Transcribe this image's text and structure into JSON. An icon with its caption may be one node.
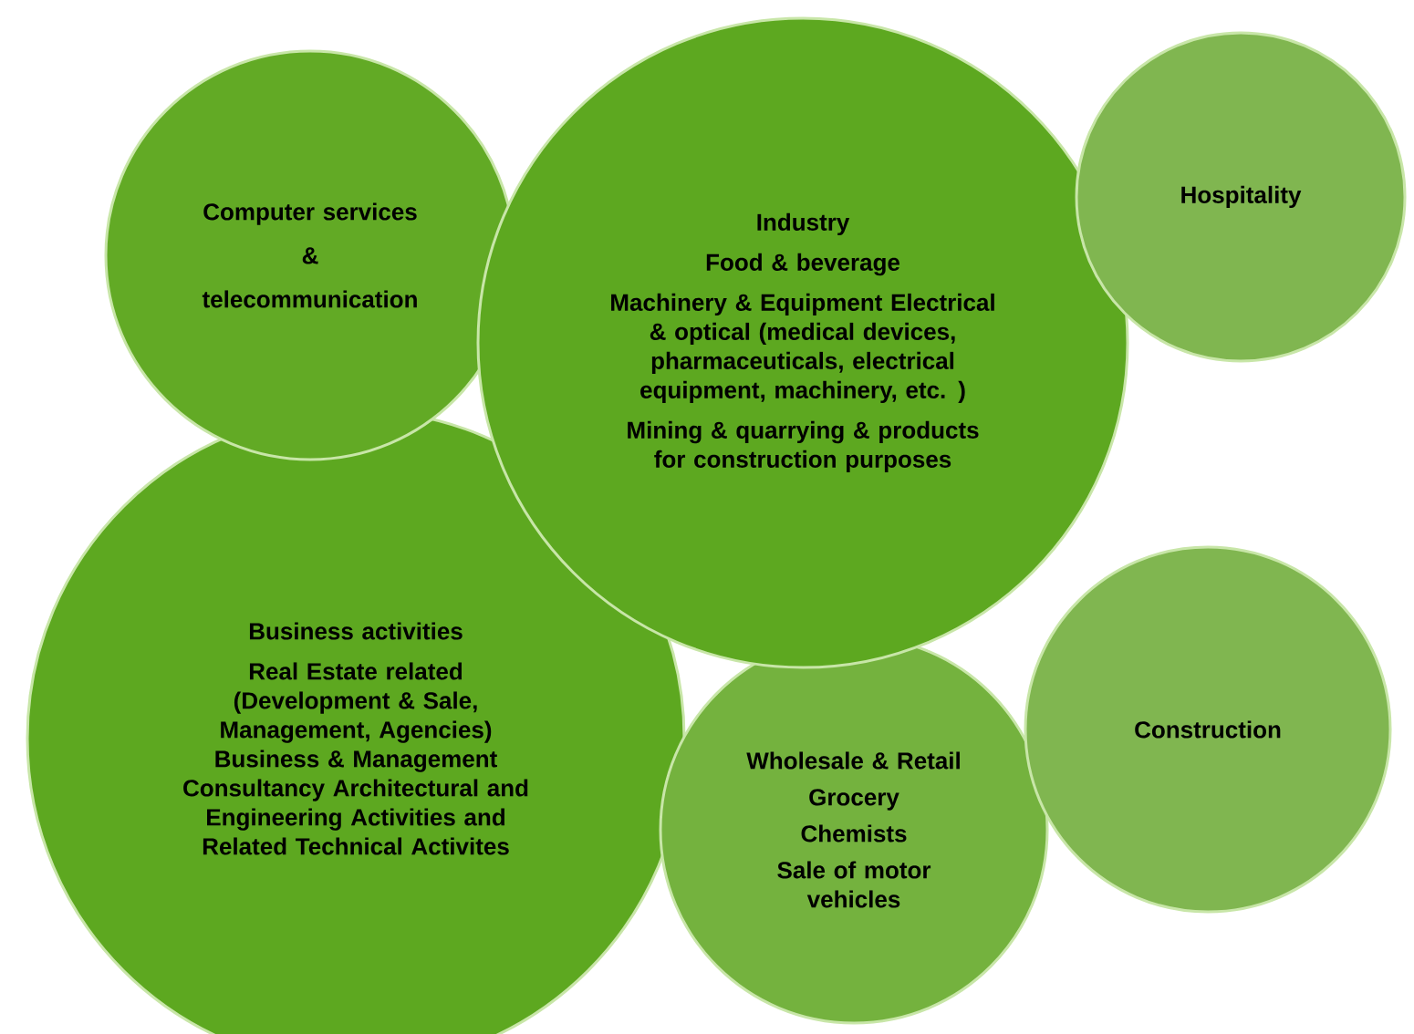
{
  "diagram": {
    "nodes": [
      {
        "text": [
          "Computer services",
          "&",
          "telecommunication"
        ]
      },
      {
        "text": [
          "Industry",
          "Food & beverage",
          "Machinery & Equipment Electrical & optical (medical devices, pharmaceuticals, electrical equipment, machinery, etc. )",
          "Mining & quarrying & products for construction purposes"
        ]
      },
      {
        "text": [
          "Hospitality"
        ]
      },
      {
        "text": [
          "Business activities",
          "Real Estate related (Development & Sale, Management, Agencies) Business & Management Consultancy Architectural and Engineering Activities and Related Technical Activites"
        ]
      },
      {
        "text": [
          "Wholesale & Retail",
          "Grocery",
          "Chemists",
          "Sale of motor vehicles"
        ]
      },
      {
        "text": [
          "Construction"
        ]
      }
    ]
  }
}
